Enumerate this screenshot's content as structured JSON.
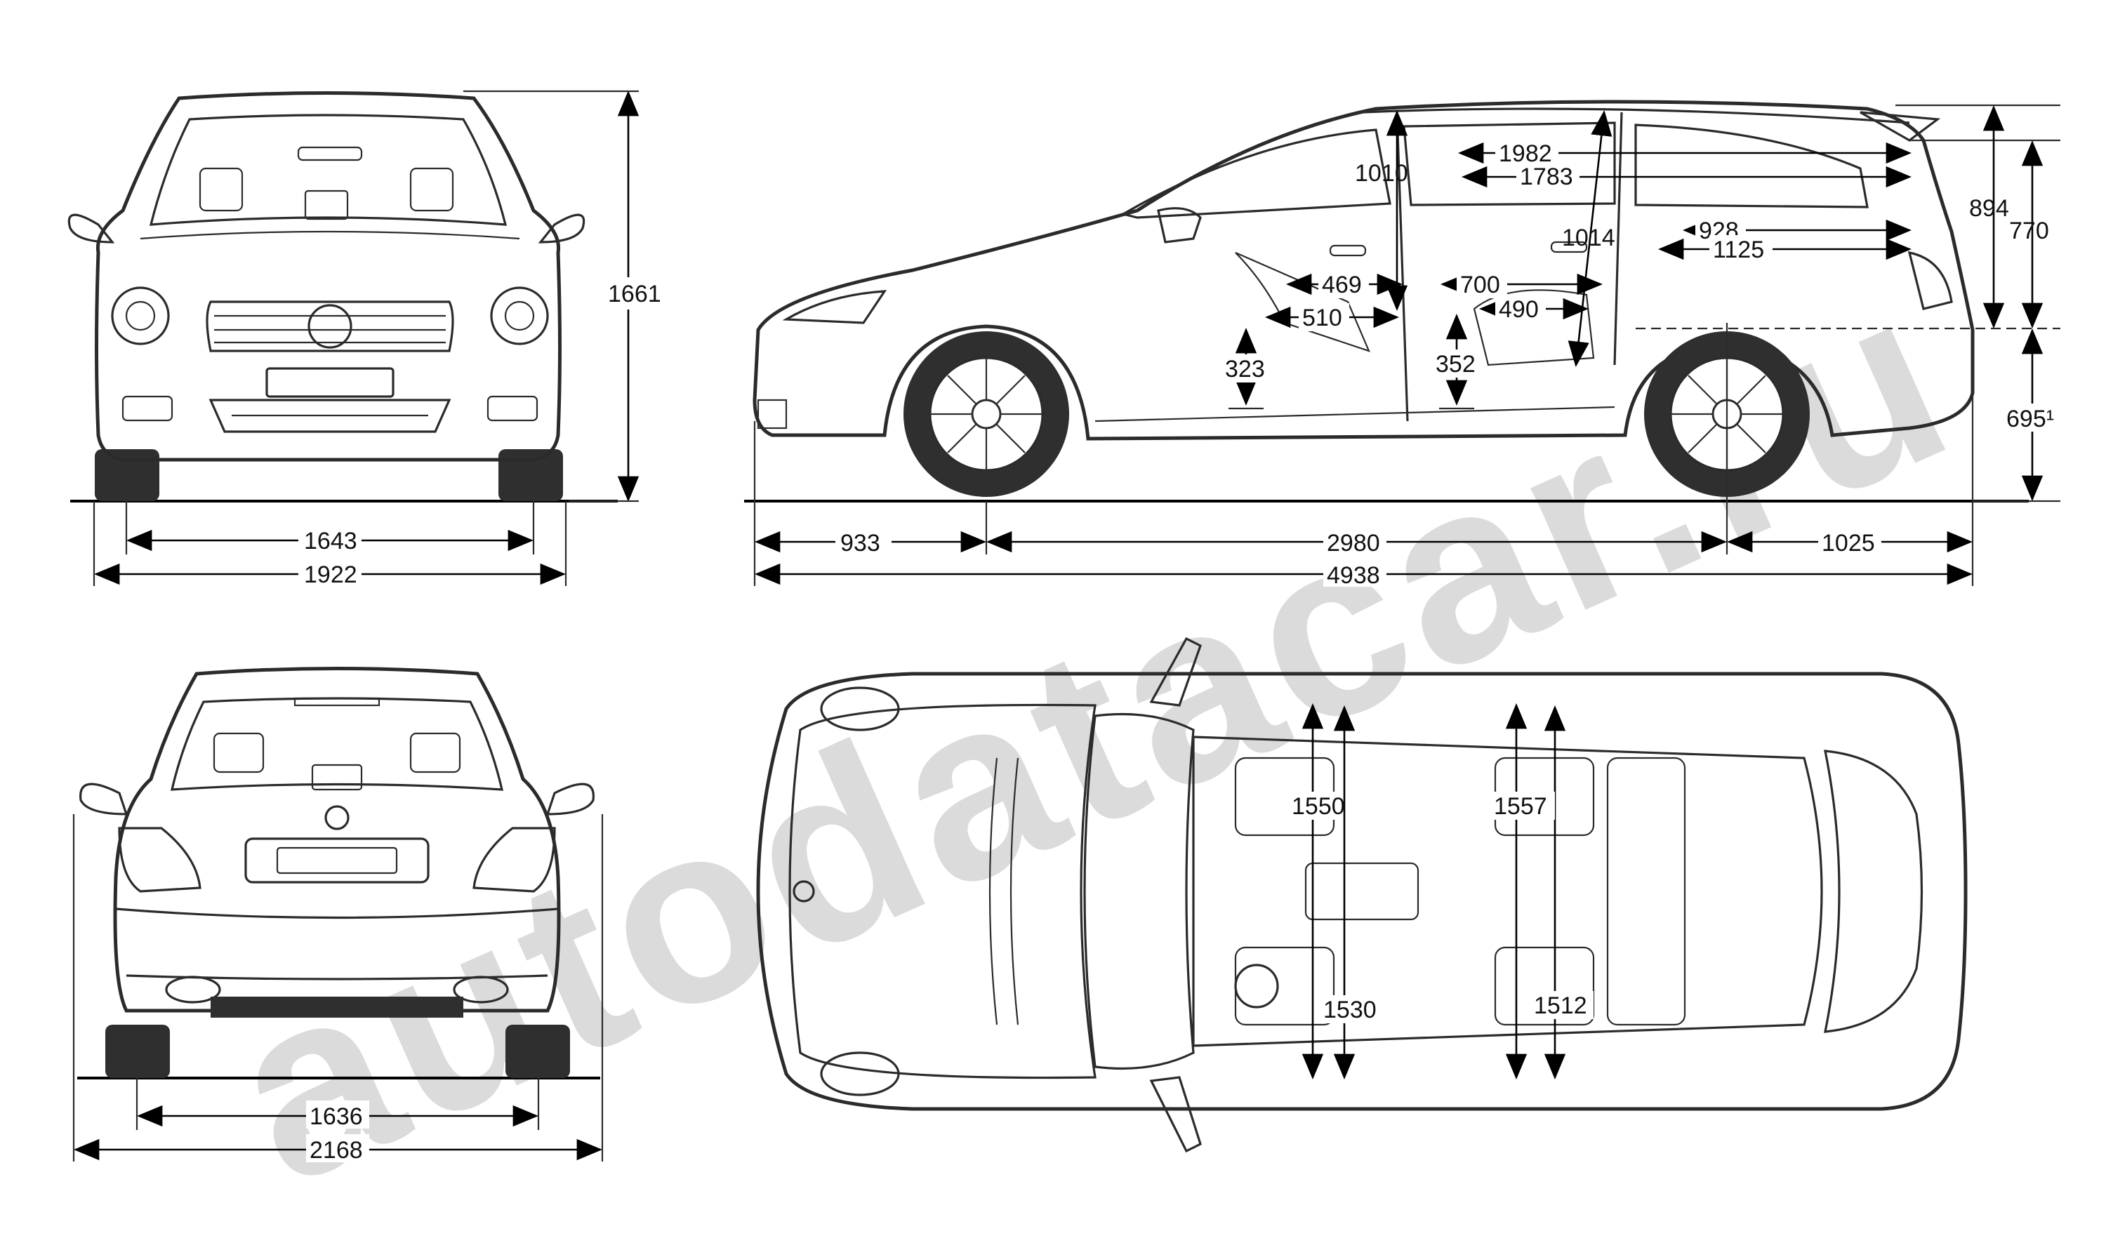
{
  "diagram": {
    "watermark": "autodatacar.ru",
    "front_view": {
      "height": "1661",
      "front_track": "1643",
      "width": "1922"
    },
    "side_view": {
      "front_overhang": "933",
      "wheelbase": "2980",
      "rear_overhang": "1025",
      "length": "4938",
      "ground_clearance_sill": "695¹",
      "cargo_opening_height": "894",
      "cargo_height": "770",
      "front_headroom": "1010",
      "rear_headroom": "1014",
      "interior_length_1": "1982",
      "interior_length_2": "1783",
      "third_row_depth": "928",
      "cargo_length": "1125",
      "front_seat_cushion": "469",
      "front_seat_depth": "510",
      "rear_legroom": "700",
      "rear_seat_depth": "490",
      "front_seat_height": "323",
      "rear_seat_height": "352"
    },
    "rear_view": {
      "rear_track": "1636",
      "width_with_mirrors": "2168"
    },
    "top_view": {
      "front_shoulder_width": "1550",
      "front_hip_width": "1530",
      "rear_shoulder_width": "1557",
      "rear_hip_width": "1512"
    },
    "colors": {
      "line": "#2b2b2b",
      "tire": "#2f2f2f",
      "watermark": "#d5d5d5",
      "background": "#ffffff"
    }
  }
}
